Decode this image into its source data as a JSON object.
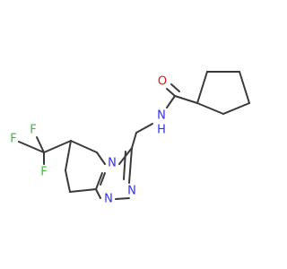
{
  "molecule": {
    "colors": {
      "bond": "#3a3a3a",
      "oxygen": "#e8160f",
      "nitrogen": "#2f2ff5",
      "fluorine": "#30c530"
    },
    "atoms": {
      "O": "O",
      "NH": "N\nH",
      "N_ring": "N",
      "N_a": "N",
      "N_b": "N",
      "F1": "F",
      "F2": "F",
      "F3": "F"
    }
  }
}
